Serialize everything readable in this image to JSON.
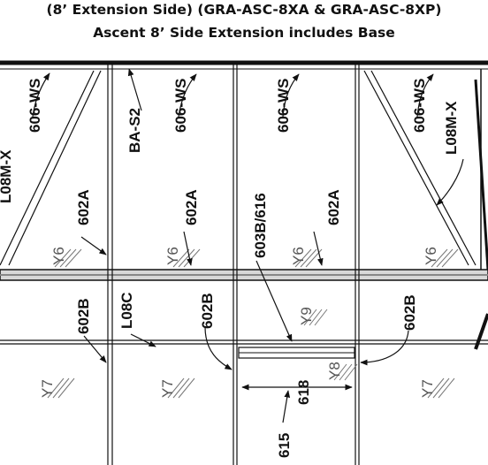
{
  "header": {
    "line1": "(8’ Extension Side) (GRA-ASC-8XA & GRA-ASC-8XP)",
    "line2": "Ascent 8’ Side Extension includes Base"
  },
  "part_labels": {
    "l08m_left": "L08M-X",
    "ws_1": "606-WS",
    "bas2": "BA-S2",
    "ws_2": "606-WS",
    "ws_3": "606-WS",
    "ws_4": "606-WS",
    "l08m_right": "L08M-X",
    "a_1": "602A",
    "a_2": "602A",
    "b616": "603B/616",
    "a_3": "602A",
    "b_1": "602B",
    "l08c": "L08C",
    "b_2": "602B",
    "b_3": "602B",
    "p618": "618",
    "p615": "615"
  },
  "window_labels": {
    "y6_1": "Y6",
    "y6_2": "Y6",
    "y6_3": "Y6",
    "y6_4": "Y6",
    "y9": "Y9",
    "y8": "Y8",
    "y7_1": "Y7",
    "y7_2": "Y7",
    "y7_3": "Y7"
  },
  "colors": {
    "line": "#111111",
    "rail": "#b0b0b0",
    "panel": "#ffffff"
  }
}
